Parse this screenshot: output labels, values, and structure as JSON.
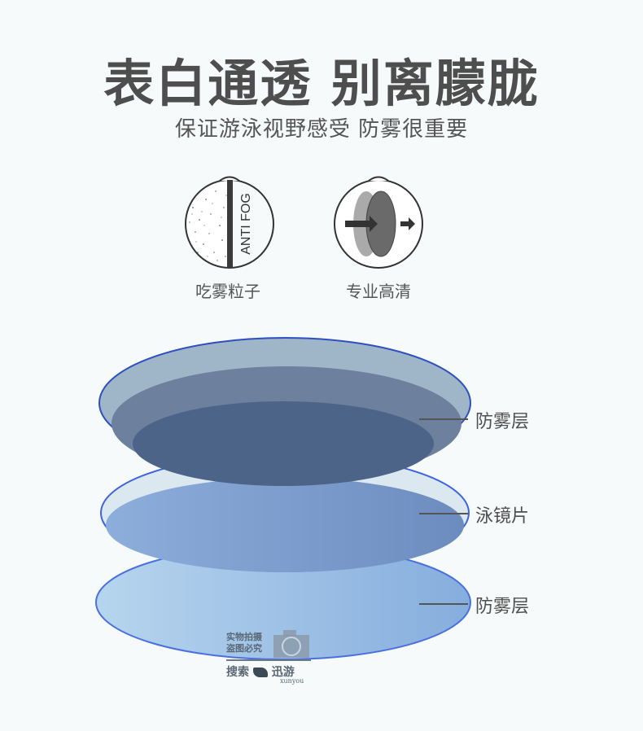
{
  "header": {
    "title": "表白通透 别离朦胧",
    "subtitle": "保证游泳视野感受 防雾很重要"
  },
  "features": [
    {
      "icon": "anti-fog-particle-icon",
      "icon_text": "ANTI FOG",
      "label": "吃雾粒子"
    },
    {
      "icon": "hd-lens-icon",
      "label": "专业高清"
    }
  ],
  "lens_layers": [
    {
      "label": "防雾层",
      "position": "top",
      "color": "#5b7396"
    },
    {
      "label": "泳镜片",
      "position": "middle",
      "color": "#7d9fcf"
    },
    {
      "label": "防雾层",
      "position": "bottom",
      "color": "#a9c8e6"
    }
  ],
  "watermark": {
    "line1": "实物拍摄",
    "line2": "盗图必究",
    "search": "搜索",
    "brand": "迅游",
    "brand_latin": "xunyou"
  },
  "colors": {
    "background": "#f6fafa",
    "title": "#4e4e4e",
    "edge_blue": "#2a4fd6"
  }
}
